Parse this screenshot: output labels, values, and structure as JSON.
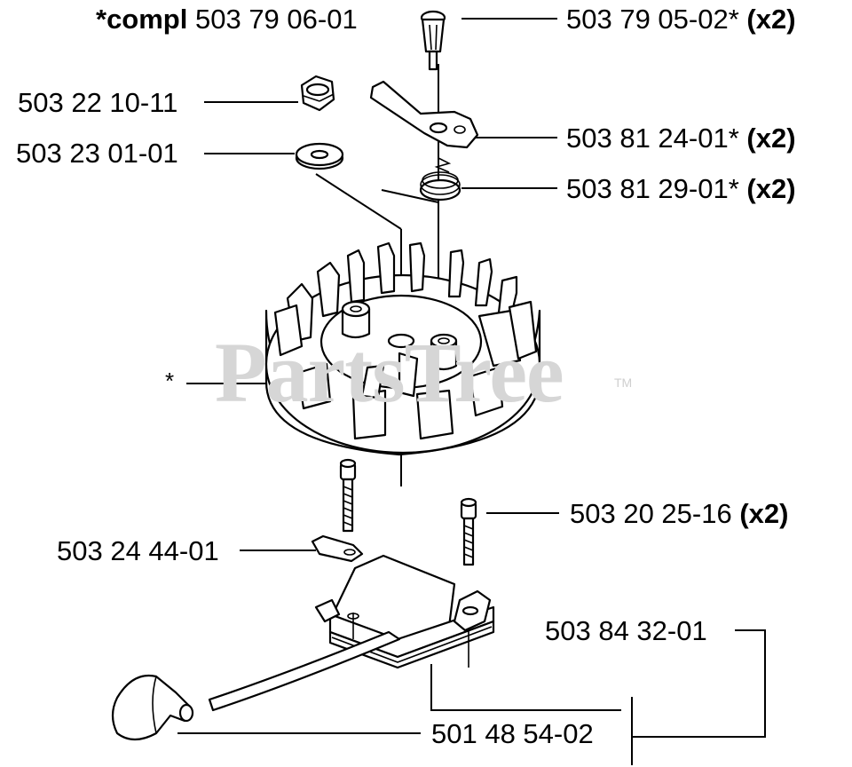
{
  "watermark": {
    "text": "PartsTree",
    "trademark": "TM"
  },
  "colors": {
    "ink": "#000000",
    "watermark": "#d6d6d6",
    "background": "#ffffff"
  },
  "labels": {
    "compl": {
      "prefix": "*compl",
      "number": "503 79 06-01"
    },
    "screw_top": {
      "number": "503 79 05-02*",
      "qty": "(x2)"
    },
    "nut": {
      "number": "503 22 10-11"
    },
    "washer": {
      "number": "503 23 01-01"
    },
    "pawl": {
      "number": "503 81 24-01*",
      "qty": "(x2)"
    },
    "spring": {
      "number": "503 81 29-01*",
      "qty": "(x2)"
    },
    "flywheel": {
      "number": "*"
    },
    "coil_screw": {
      "number": "503 20 25-16",
      "qty": "(x2)"
    },
    "terminal": {
      "number": "503 24 44-01"
    },
    "ignition_module": {
      "number": "503 84 32-01"
    },
    "spark_plug_cap": {
      "number": "501 48 54-02"
    }
  }
}
